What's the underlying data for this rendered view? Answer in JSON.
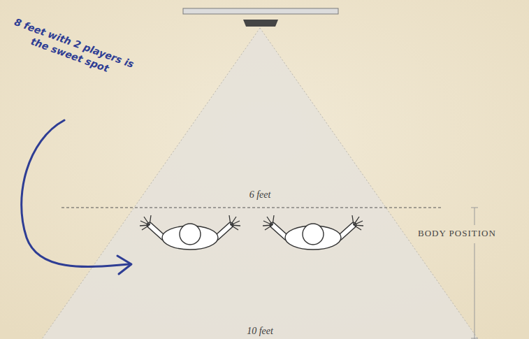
{
  "diagram": {
    "labels": [
      "8 feet with 2 players is the sweet spot",
      "6 feet",
      "BODY POSITION",
      "10 feet"
    ]
  }
}
